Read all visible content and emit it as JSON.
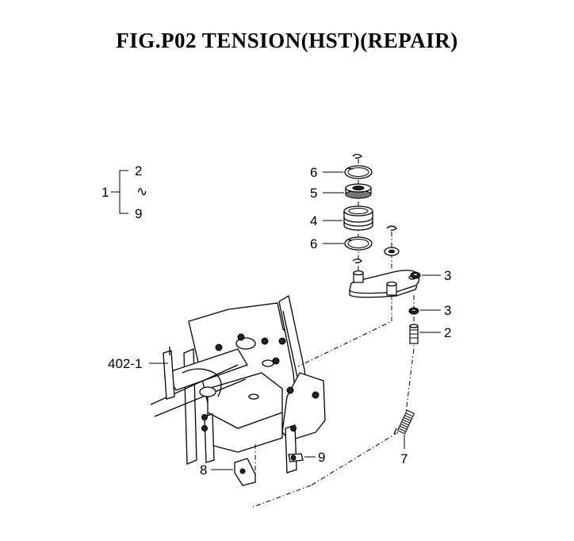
{
  "title": "FIG.P02  TENSION(HST)(REPAIR)",
  "legend": {
    "assembly": "1",
    "from": "2",
    "range_mark": "∿",
    "to": "9"
  },
  "callouts": {
    "c6_top": "6",
    "c5": "5",
    "c4": "4",
    "c6_bottom": "6",
    "c3_upper": "3",
    "c3_lower": "3",
    "c2": "2",
    "c402": "402-1",
    "c9": "9",
    "c8": "8",
    "c7": "7"
  }
}
